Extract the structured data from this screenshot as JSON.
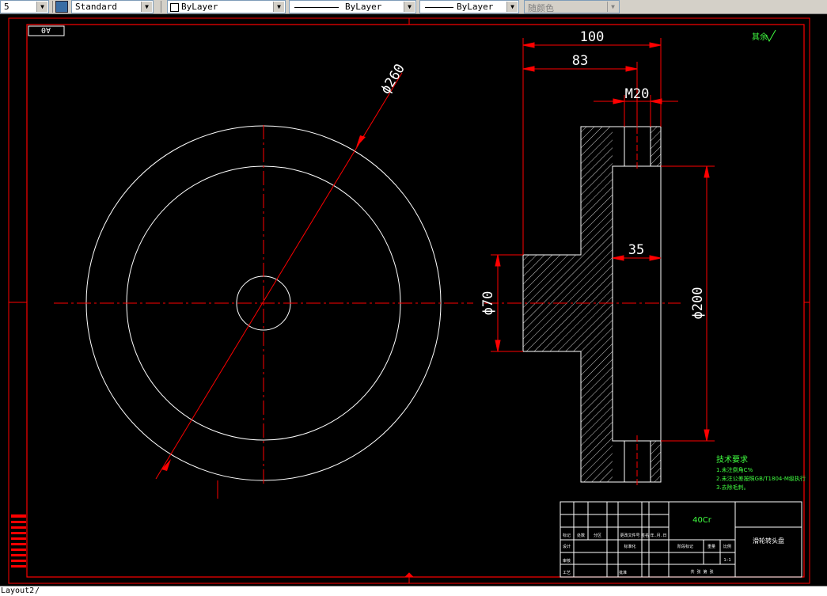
{
  "toolbar": {
    "layer_combo_value": "5",
    "text_style_value": "Standard",
    "color_value": "ByLayer",
    "linetype_value": "ByLayer",
    "lineweight_value": "ByLayer",
    "plotstyle_value": "随颜色"
  },
  "drawing": {
    "corner_label": "A0",
    "roughness_label": "其余",
    "dim_100": "100",
    "dim_83": "83",
    "dim_m20": "M20",
    "dim_35": "35",
    "dim_d260": "ϕ260",
    "dim_d70": "ϕ70",
    "dim_d200": "ϕ200",
    "tech_title": "技术要求",
    "tech_line1": "1.未注倒角C%",
    "tech_line2": "2.未注公差按照GB/T1804-M级执行",
    "tech_line3": "3.去除毛刺。",
    "material": "40Cr",
    "part_name": "滑轮转头盘",
    "tb_cells": [
      "标记",
      "处数",
      "分区",
      "更改文件号",
      "签名",
      "年.月.日"
    ],
    "tb_design": "设计",
    "tb_std": "标准化",
    "tb_review": "审核",
    "tb_process": "工艺",
    "tb_approve": "批准",
    "tb_stage": "阶段标记",
    "tb_weight": "重量",
    "tb_ratio": "比例",
    "tb_scale": "1:1",
    "tb_sheets": "共  张   第  张"
  },
  "tabs": {
    "active": "Layout2"
  },
  "colors": {
    "frame": "#ff0000",
    "geometry": "#ffffff",
    "annotation": "#40ff40",
    "canvas": "#000000"
  }
}
